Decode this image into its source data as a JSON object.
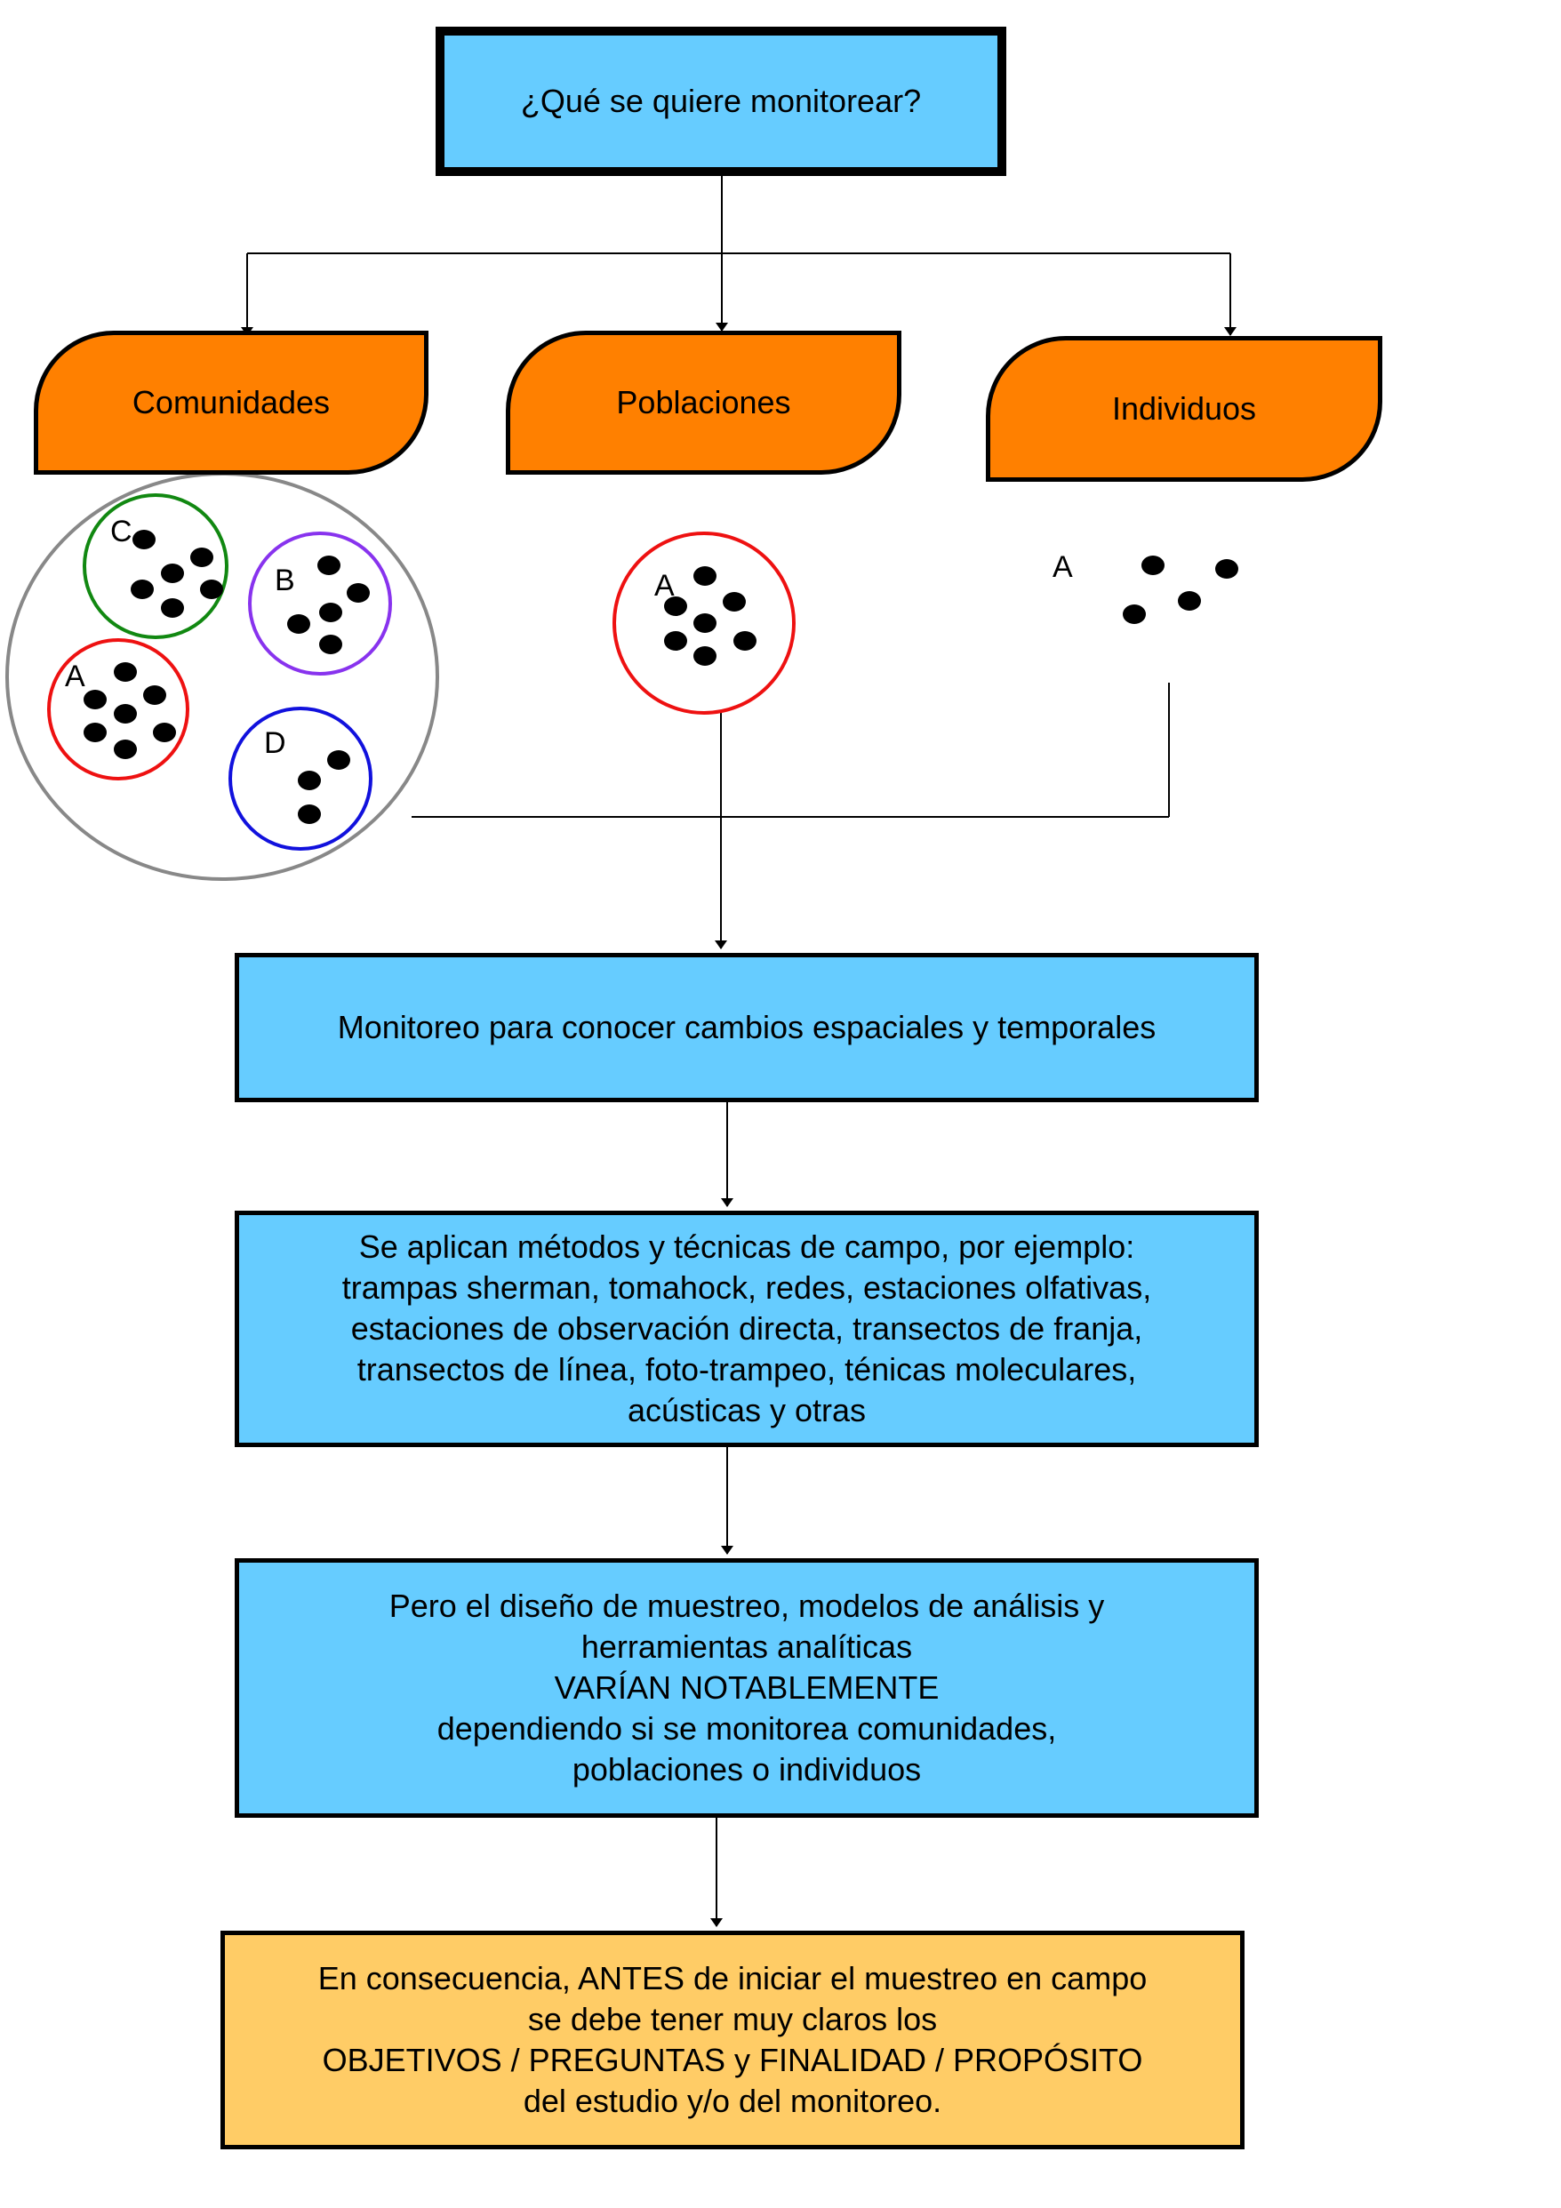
{
  "title": "¿Qué se quiere monitorear?",
  "categories": {
    "comunidades": "Comunidades",
    "poblaciones": "Poblaciones",
    "individuos": "Individuos"
  },
  "group_labels": {
    "comunidad_c": "C",
    "comunidad_b": "B",
    "comunidad_a": "A",
    "comunidad_d": "D",
    "poblacion_a": "A",
    "individuo_a": "A"
  },
  "steps": {
    "monitoreo": "Monitoreo para conocer cambios espaciales y temporales",
    "metodos": [
      "Se aplican métodos y técnicas de campo, por ejemplo:",
      "trampas sherman, tomahock, redes, estaciones olfativas,",
      "estaciones de observación directa, transectos de franja,",
      "transectos de línea, foto-trampeo, ténicas moleculares,",
      "acústicas y otras"
    ],
    "diseno": [
      "Pero el diseño de muestreo, modelos de análisis y",
      "herramientas analíticas",
      "VARÍAN NOTABLEMENTE",
      "dependiendo si se monitorea comunidades,",
      "poblaciones o individuos"
    ],
    "consecuencia": [
      "En consecuencia, ANTES de iniciar el muestreo en campo",
      "se debe tener muy claros los",
      "OBJETIVOS / PREGUNTAS y FINALIDAD / PROPÓSITO",
      "del estudio y/o del monitoreo."
    ]
  },
  "colors": {
    "box_blue": "#66ccff",
    "box_orange": "#ff8000",
    "box_peach": "#ffcc66",
    "ring_green": "#118811",
    "ring_purple": "#8833ee",
    "ring_red": "#ee1111",
    "ring_blue": "#1111dd",
    "ring_gray": "#888888"
  }
}
